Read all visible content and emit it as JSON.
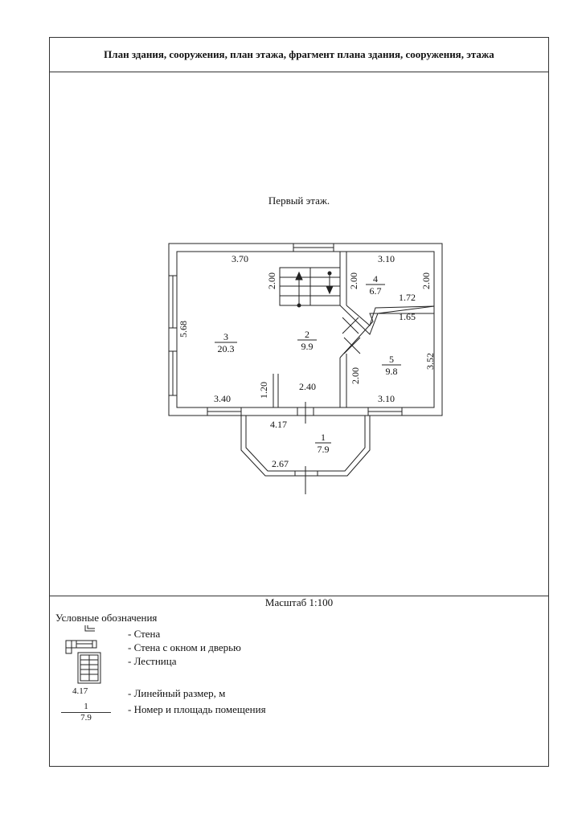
{
  "header": {
    "title": "План здания, сооружения, план этажа, фрагмент плана здания, сооружения, этажа"
  },
  "floor_label": "Первый этаж.",
  "scale": "Масштаб 1:100",
  "dimensions": {
    "d370": "3.70",
    "d200a": "2.00",
    "d200b": "2.00",
    "d310a": "3.10",
    "d200c": "2.00",
    "d568": "5.68",
    "d172": "1.72",
    "d165": "1.65",
    "d352": "3.52",
    "d200d": "2.00",
    "d120": "1.20",
    "d240": "2.40",
    "d340": "3.40",
    "d310b": "3.10",
    "d417": "4.17",
    "d267": "2.67"
  },
  "rooms": [
    {
      "number": "1",
      "area": "7.9"
    },
    {
      "number": "2",
      "area": "9.9"
    },
    {
      "number": "3",
      "area": "20.3"
    },
    {
      "number": "4",
      "area": "6.7"
    },
    {
      "number": "5",
      "area": "9.8"
    }
  ],
  "legend": {
    "title": "Условные обозначения",
    "wall": "- Стена",
    "wall_window_door": "- Стена с окном и дверью",
    "stairs": "- Лестница",
    "linear_dimension": "- Линейный размер, м",
    "room_number_area": "- Номер и площадь помещения",
    "sample_dimension": "4.17",
    "sample_room_number": "1",
    "sample_room_area": "7.9"
  }
}
